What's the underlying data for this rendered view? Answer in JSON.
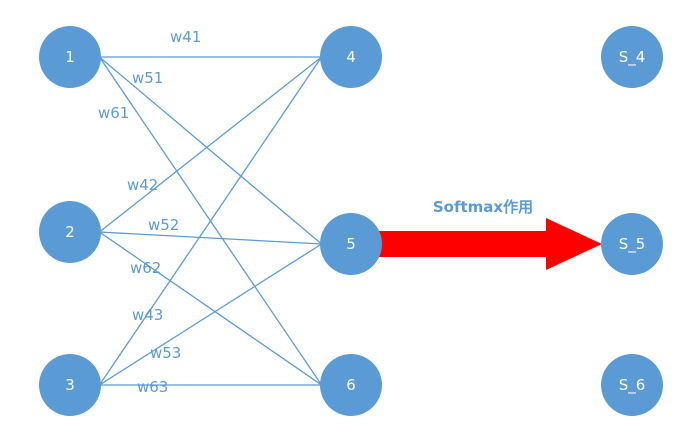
{
  "diagram": {
    "colors": {
      "node_fill": "#5b9bd5",
      "node_text": "#ffffff",
      "edge": "#5b9bd5",
      "label": "#5b9bd5",
      "arrow": "#ff0000"
    },
    "input_nodes": [
      {
        "id": "1",
        "label": "1"
      },
      {
        "id": "2",
        "label": "2"
      },
      {
        "id": "3",
        "label": "3"
      }
    ],
    "hidden_nodes": [
      {
        "id": "4",
        "label": "4"
      },
      {
        "id": "5",
        "label": "5"
      },
      {
        "id": "6",
        "label": "6"
      }
    ],
    "softmax_nodes": [
      {
        "id": "S_4",
        "label": "S_4"
      },
      {
        "id": "S_5",
        "label": "S_5"
      },
      {
        "id": "S_6",
        "label": "S_6"
      }
    ],
    "edges": [
      {
        "from": "1",
        "to": "4",
        "label": "w41"
      },
      {
        "from": "1",
        "to": "5",
        "label": "w51"
      },
      {
        "from": "1",
        "to": "6",
        "label": "w61"
      },
      {
        "from": "2",
        "to": "4",
        "label": "w42"
      },
      {
        "from": "2",
        "to": "5",
        "label": "w52"
      },
      {
        "from": "2",
        "to": "6",
        "label": "w62"
      },
      {
        "from": "3",
        "to": "4",
        "label": "w43"
      },
      {
        "from": "3",
        "to": "5",
        "label": "w53"
      },
      {
        "from": "3",
        "to": "6",
        "label": "w63"
      }
    ],
    "arrow": {
      "from": "5",
      "to": "S_5",
      "label": "Softmax作用"
    }
  }
}
